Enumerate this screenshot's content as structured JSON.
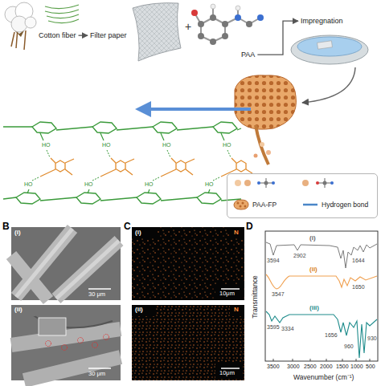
{
  "diagram": {
    "nodes": [
      {
        "text": [
          "Cotton fiber"
        ]
      },
      {
        "text": [
          "Filter paper"
        ]
      },
      {
        "text": [
          "PAA"
        ]
      },
      {
        "text": [
          "Impregnation"
        ]
      }
    ],
    "edges": [
      {
        "from": 0,
        "to": 1,
        "arrow": "to"
      },
      {
        "from": 2,
        "to": 3,
        "arrow": "to"
      }
    ],
    "labels": [
      "+",
      "HO",
      "HO",
      "HO",
      "HO",
      "HO",
      "HO",
      "HO",
      "HO",
      "B",
      "(i)",
      "30 μm",
      "(ii)",
      "30 μm",
      "C",
      "(i)",
      "N",
      "10μm",
      "(ii)",
      "N",
      "10μm",
      "D",
      "Transmittance",
      "Wavenumber (cm⁻¹)",
      "(i)",
      "3594",
      "2902",
      "1644",
      "(ii)",
      "3547",
      "1650",
      "(iii)",
      "3595",
      "3334",
      "1656",
      "960",
      "930",
      "3500",
      "3000",
      "2500",
      "2000",
      "1500",
      "1000",
      "500"
    ],
    "legend": [
      {
        "text": "PAA-FP"
      },
      {
        "text": "Hydrogen bond"
      }
    ]
  }
}
